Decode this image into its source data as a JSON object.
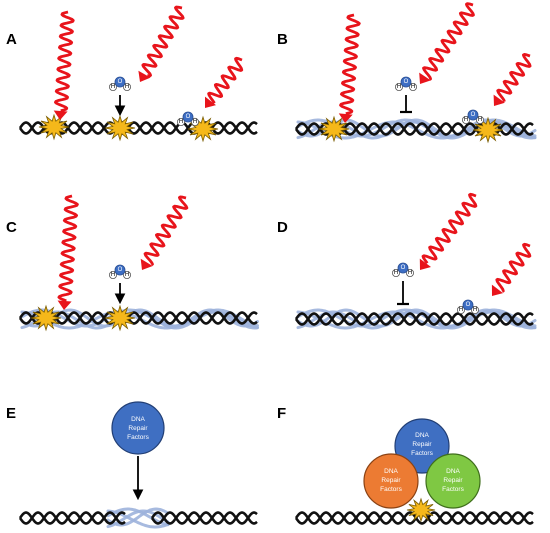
{
  "panels": [
    {
      "label": "A"
    },
    {
      "label": "B"
    },
    {
      "label": "C"
    },
    {
      "label": "D"
    },
    {
      "label": "E"
    },
    {
      "label": "F"
    }
  ],
  "molecule": {
    "oxygen": "O",
    "hydrogen": "H"
  },
  "repair_factors": {
    "line1": "DNA",
    "line2": "Repair",
    "line3": "Factors"
  },
  "colors": {
    "radiation": "#e8141b",
    "dna": "#111111",
    "chromatin": "#9db3dc",
    "damage_fill": "#f5b81a",
    "oxygen": "#3d6ec4",
    "factor_blue": "#3f6fc2",
    "factor_orange": "#ec7b33",
    "factor_green": "#7fc843"
  }
}
